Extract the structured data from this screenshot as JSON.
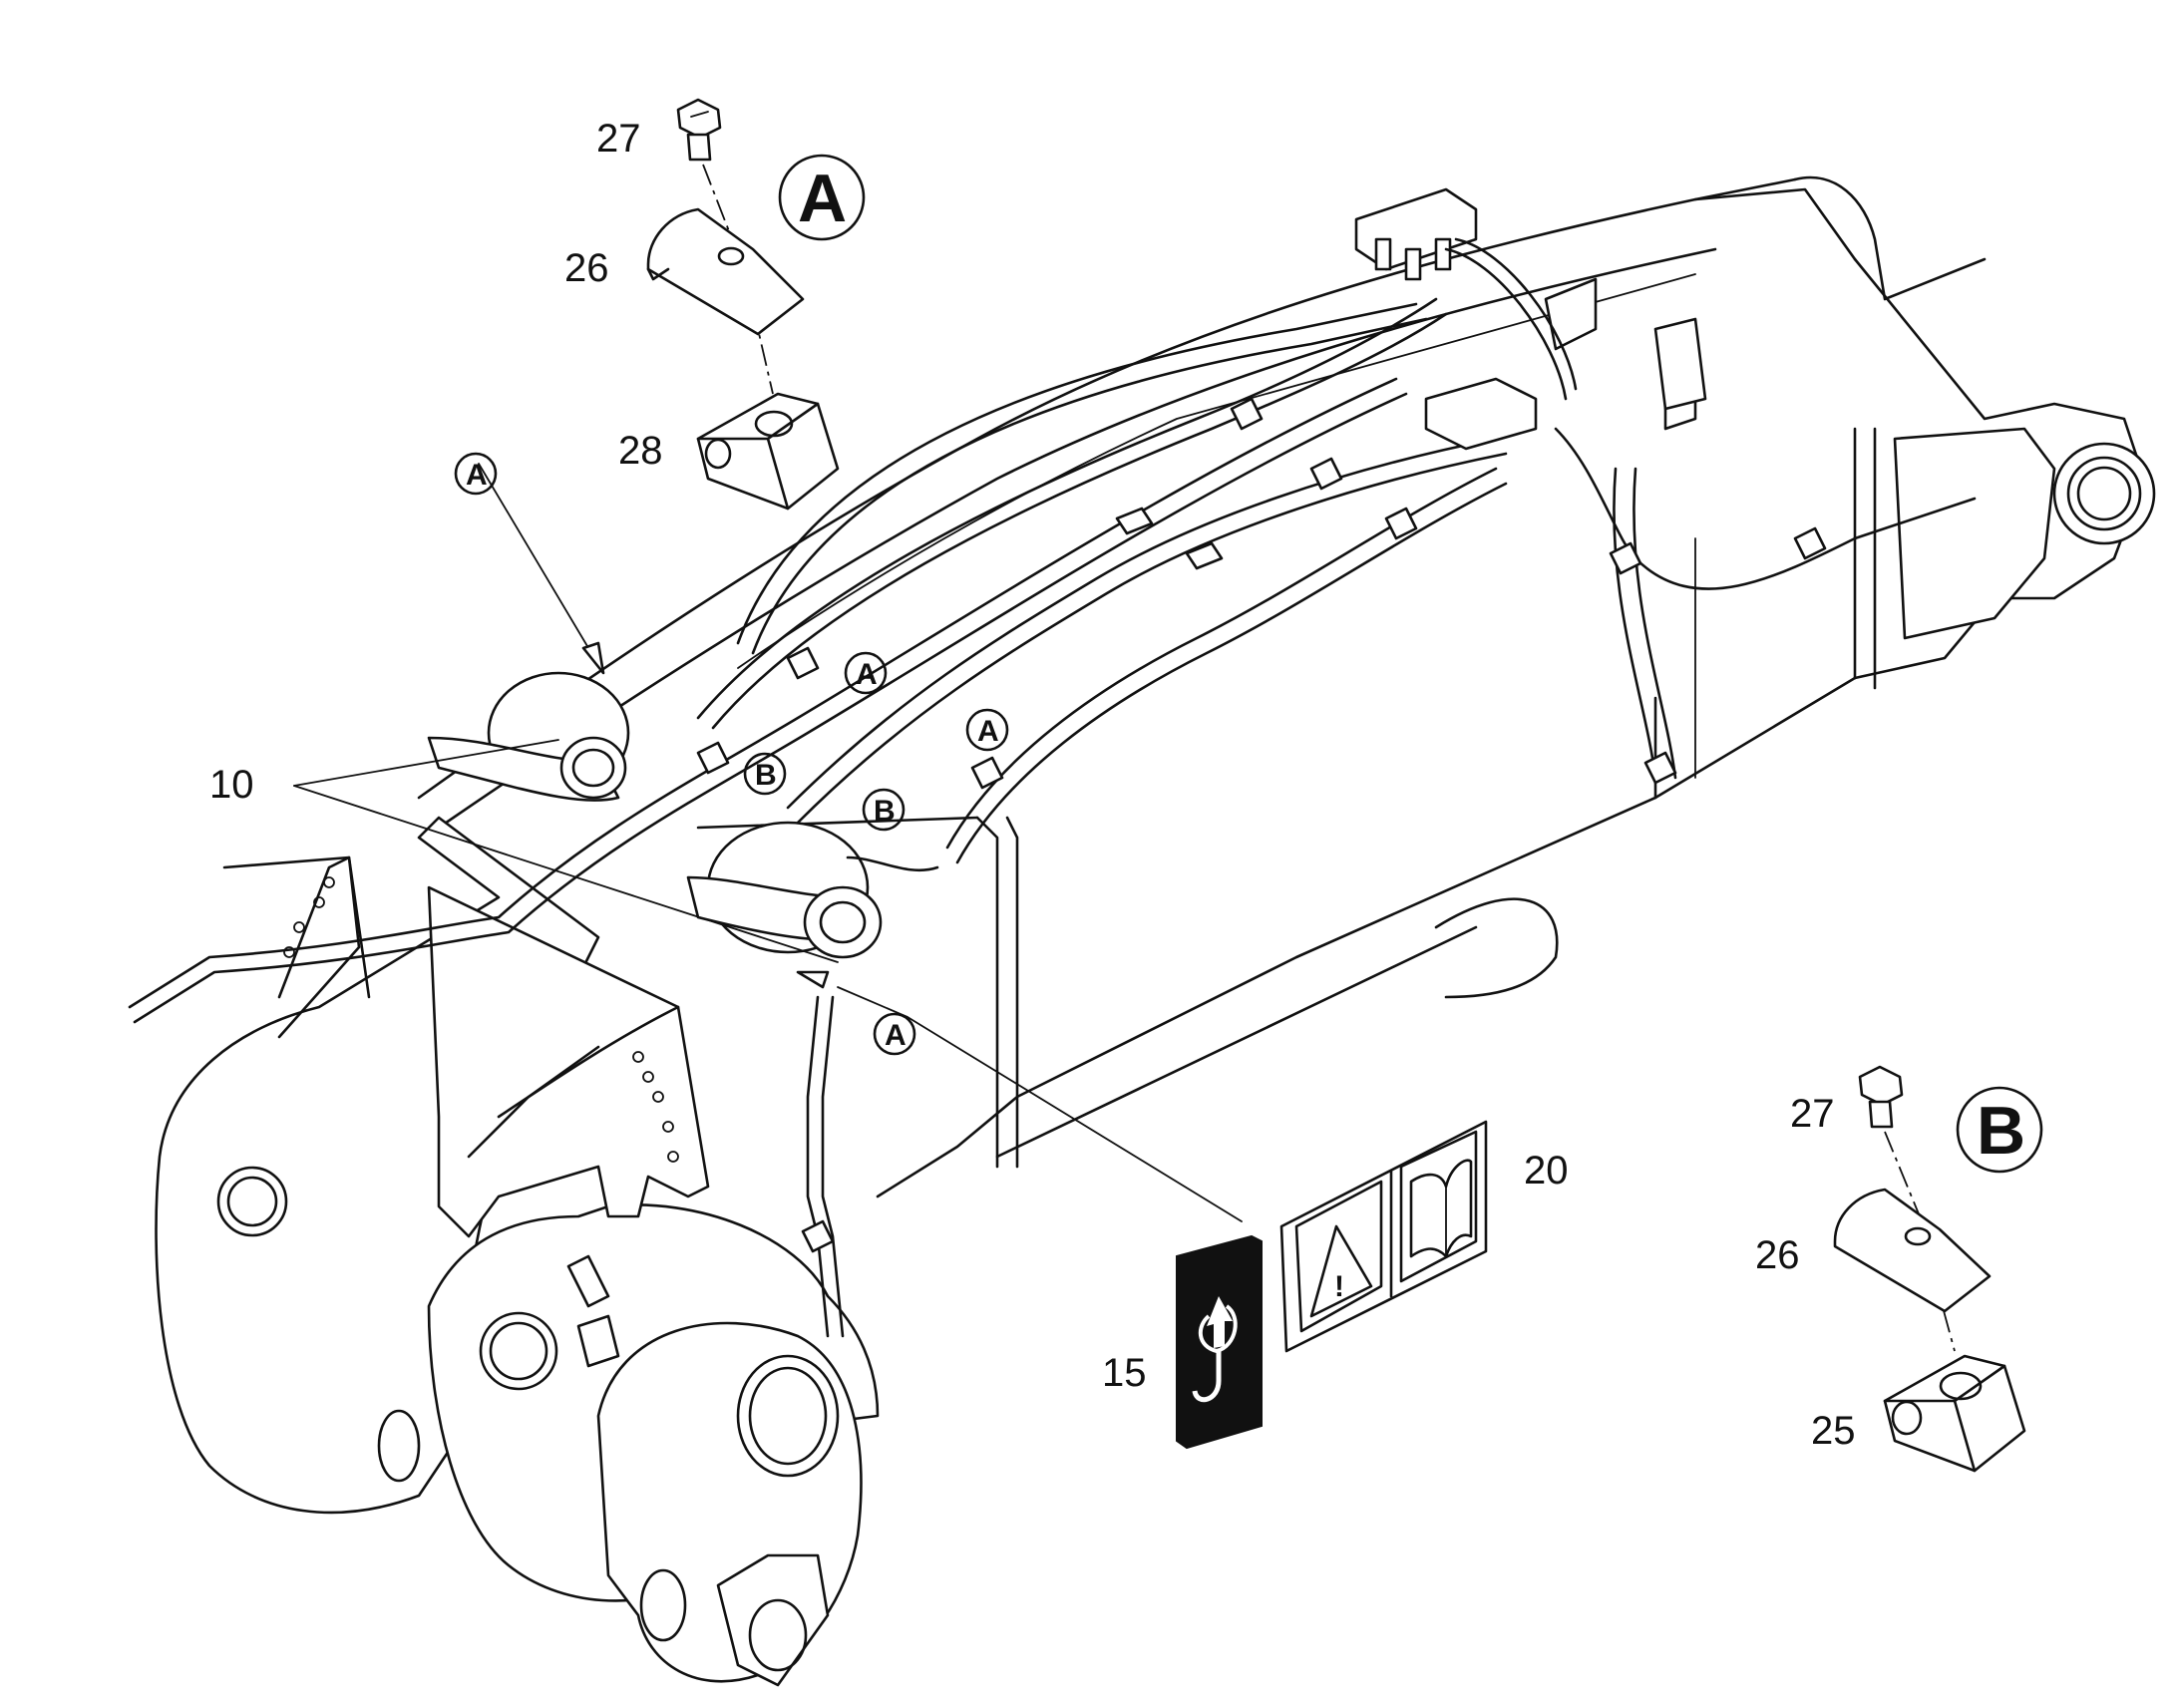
{
  "callouts": {
    "item_10": "10",
    "item_15": "15",
    "item_20": "20",
    "item_25": "25",
    "item_26_a": "26",
    "item_26_b": "26",
    "item_27_a": "27",
    "item_27_b": "27",
    "item_28": "28"
  },
  "details": {
    "a_title": "A",
    "b_title": "B"
  },
  "markers": {
    "a_1": "A",
    "a_2": "A",
    "a_3": "A",
    "a_4": "A",
    "b_1": "B",
    "b_2": "B"
  }
}
